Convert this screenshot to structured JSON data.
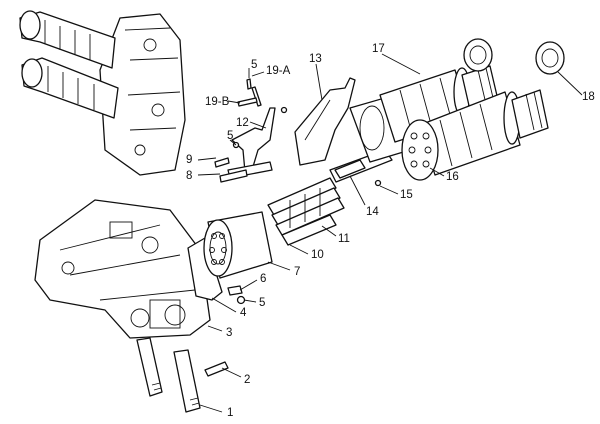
{
  "callouts": {
    "c1": "1",
    "c2": "2",
    "c3": "3",
    "c4": "4",
    "c5a": "5",
    "c5b": "5",
    "c5c": "5",
    "c6": "6",
    "c7": "7",
    "c8": "8",
    "c9": "9",
    "c10": "10",
    "c11": "11",
    "c12": "12",
    "c13": "13",
    "c14": "14",
    "c15": "15",
    "c16": "16",
    "c17": "17",
    "c18": "18",
    "c19a": "19-A",
    "c19b": "19-B"
  }
}
